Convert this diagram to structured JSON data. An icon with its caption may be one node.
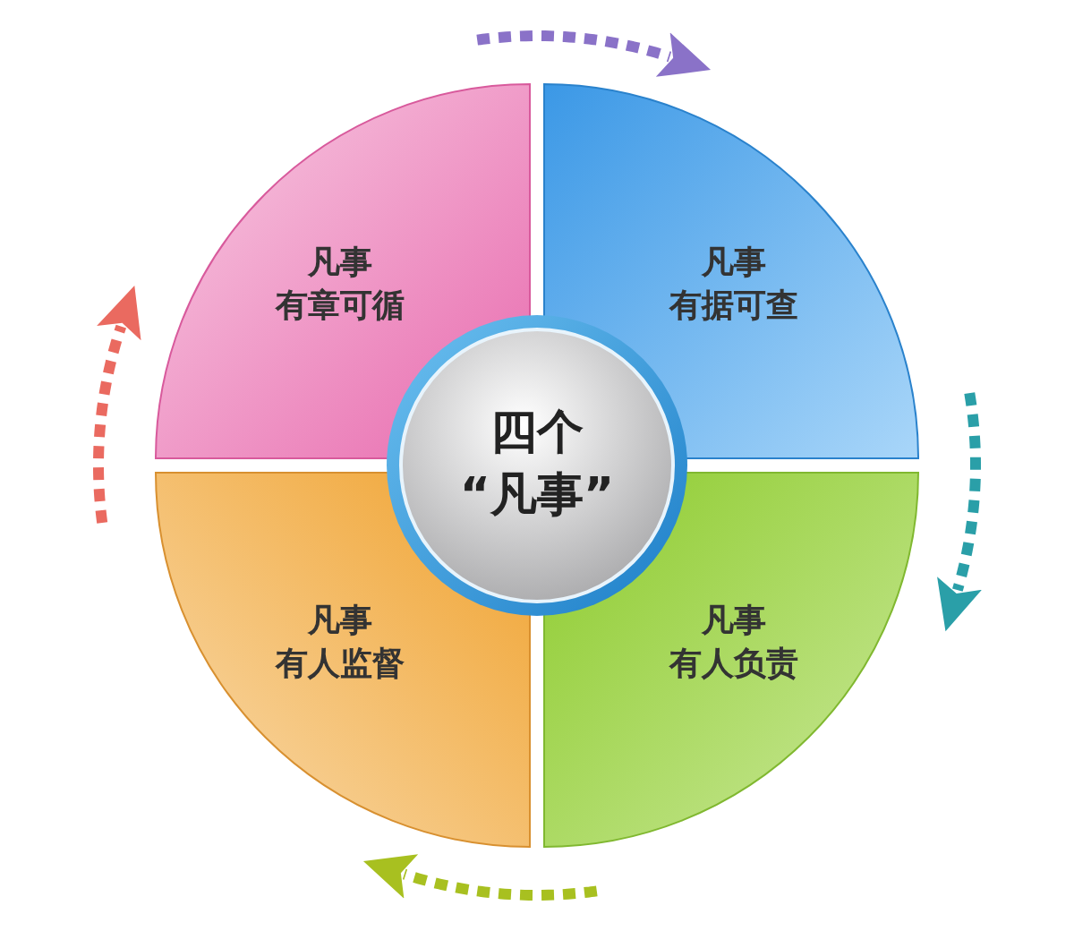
{
  "diagram": {
    "nodes": [
      {
        "text": [
          "凡事",
          "有章可循"
        ]
      },
      {
        "text": [
          "凡事",
          "有据可查"
        ]
      },
      {
        "text": [
          "四个",
          "“凡事”"
        ]
      },
      {
        "text": [
          "凡事",
          "有人监督"
        ]
      },
      {
        "text": [
          "凡事",
          "有人负责"
        ]
      }
    ],
    "edges": [
      {
        "from": 0,
        "to": 1,
        "arrow": "to",
        "style": "dashed",
        "color": "#8a72c8"
      },
      {
        "from": 1,
        "to": 4,
        "arrow": "to",
        "style": "dashed",
        "color": "#2a9fa8"
      },
      {
        "from": 4,
        "to": 3,
        "arrow": "to",
        "style": "dashed",
        "color": "#a8c020"
      },
      {
        "from": 3,
        "to": 0,
        "arrow": "to",
        "style": "dashed",
        "color": "#ea6a60"
      }
    ]
  }
}
